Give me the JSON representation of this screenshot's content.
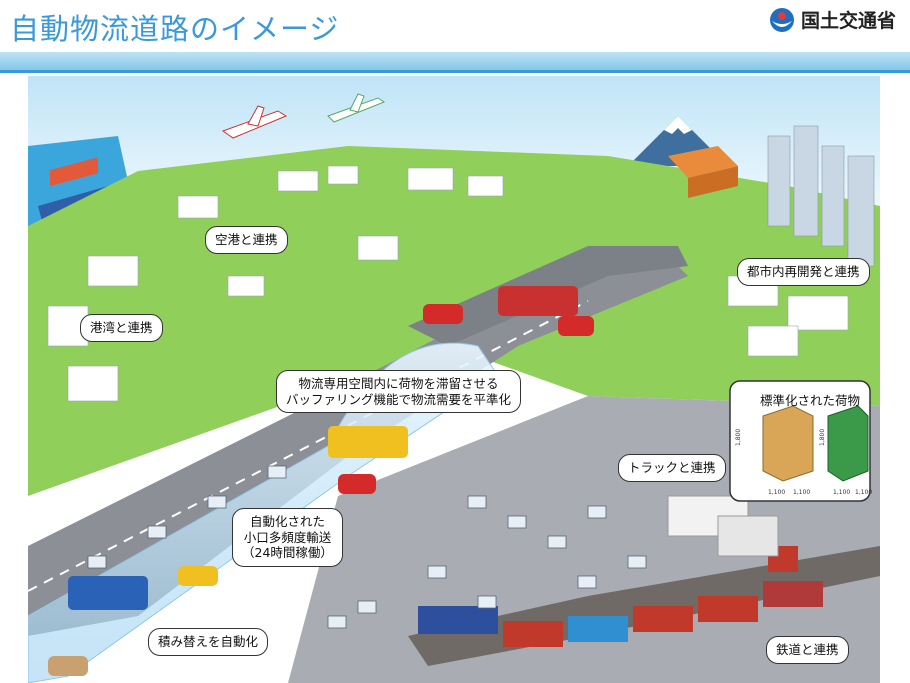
{
  "header": {
    "title": "自動物流道路のイメージ",
    "ministry": "国土交通省"
  },
  "callouts": {
    "airport": "空港と連携",
    "port": "港湾と連携",
    "urban": "都市内再開発と連携",
    "buffer_line1": "物流専用空間内に荷物を滞留させる",
    "buffer_line2": "バッファリング機能で物流需要を平準化",
    "standard_cargo": "標準化された荷物",
    "truck": "トラックと連携",
    "auto_line1": "自動化された",
    "auto_line2": "小口多頻度輸送",
    "auto_line3": "（24時間稼働）",
    "transfer": "積み替えを自動化",
    "rail": "鉄道と連携"
  },
  "pallet_dims": {
    "h1": "1,800",
    "w1": "1,100",
    "d1": "1,100",
    "h2": "1,800",
    "w2": "1,100",
    "d2": "1,100"
  },
  "colors": {
    "title": "#3a9ad9",
    "sky": "#cfeaf7",
    "grass": "#8fcf5a",
    "road": "#8c8f96",
    "ground": "#a9acb3"
  }
}
